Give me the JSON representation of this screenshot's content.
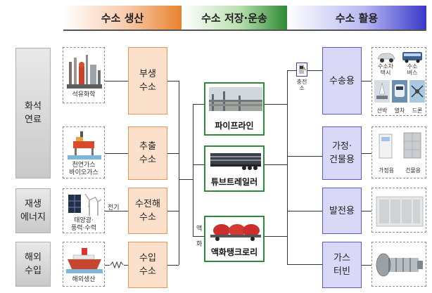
{
  "header": {
    "production": "수소 생산",
    "storage": "수소 저장·운송",
    "utilization": "수소 활용"
  },
  "sources": {
    "fossil": "화석\n연료",
    "renewable": "재생\n에너지",
    "overseas": "해외\n수입"
  },
  "source_images": {
    "petrochem": "석유화학",
    "natgas_line1": "천연가스",
    "natgas_line2": "바이오가스",
    "solar_wind": "태양광·\n풍력·수력",
    "overseas_prod": "해외생산"
  },
  "production": {
    "byproduct": "부생\n수소",
    "extraction": "추출\n수소",
    "electrolysis": "수전해\n수소",
    "import": "수입\n수소"
  },
  "labels": {
    "electricity": "전기",
    "liquefaction_1": "액",
    "liquefaction_2": "화",
    "charging_station": "충전소"
  },
  "storage": {
    "pipeline": "파이프라인",
    "tube_trailer": "튜브트레일러",
    "liquid_tank": "액화탱크로리"
  },
  "utilization": {
    "transport": "수송용",
    "home_building": "가정·\n건물용",
    "power": "발전용",
    "gas_turbine": "가스\n터빈"
  },
  "use_images": {
    "fcev": "수소차\n택시",
    "bus": "수소\n버스",
    "ship": "선박",
    "train": "열차",
    "drone": "드론",
    "home": "가정용",
    "building": "건물용"
  },
  "colors": {
    "production_accent": "#e8822f",
    "storage_accent": "#2f8a34",
    "utilization_accent": "#3838c9"
  }
}
